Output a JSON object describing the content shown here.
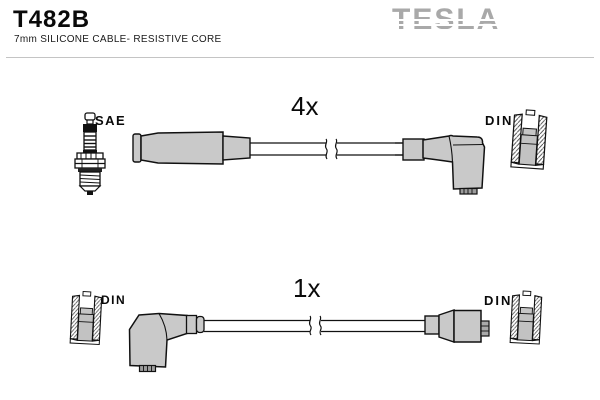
{
  "header": {
    "part_number": "T482B",
    "subtitle": "7mm SILICONE CABLE- RESISTIVE CORE",
    "brand": "TESLA"
  },
  "upper_assembly": {
    "quantity_label": "4x",
    "plug_end_label": "SAE",
    "socket_end_label": "DIN",
    "components": [
      "spark-plug",
      "straight-boot",
      "cable-with-break",
      "elbow-boot",
      "din-socket-cross-section"
    ]
  },
  "lower_assembly": {
    "quantity_label": "1x",
    "left_socket_label": "DIN",
    "right_socket_label": "DIN",
    "components": [
      "din-socket-cross-section",
      "elbow-boot",
      "cable-with-break",
      "straight-boot",
      "din-socket-cross-section"
    ]
  },
  "colors": {
    "background": "#ffffff",
    "outline": "#111111",
    "boot_fill": "#c9c9c9",
    "nub_fill": "#9c9c9c",
    "socket_plug_fill": "#c2c2c2",
    "logo_gray": "#a9a9a9",
    "divider": "#c4c4c4",
    "text": "#0a0a0a"
  }
}
